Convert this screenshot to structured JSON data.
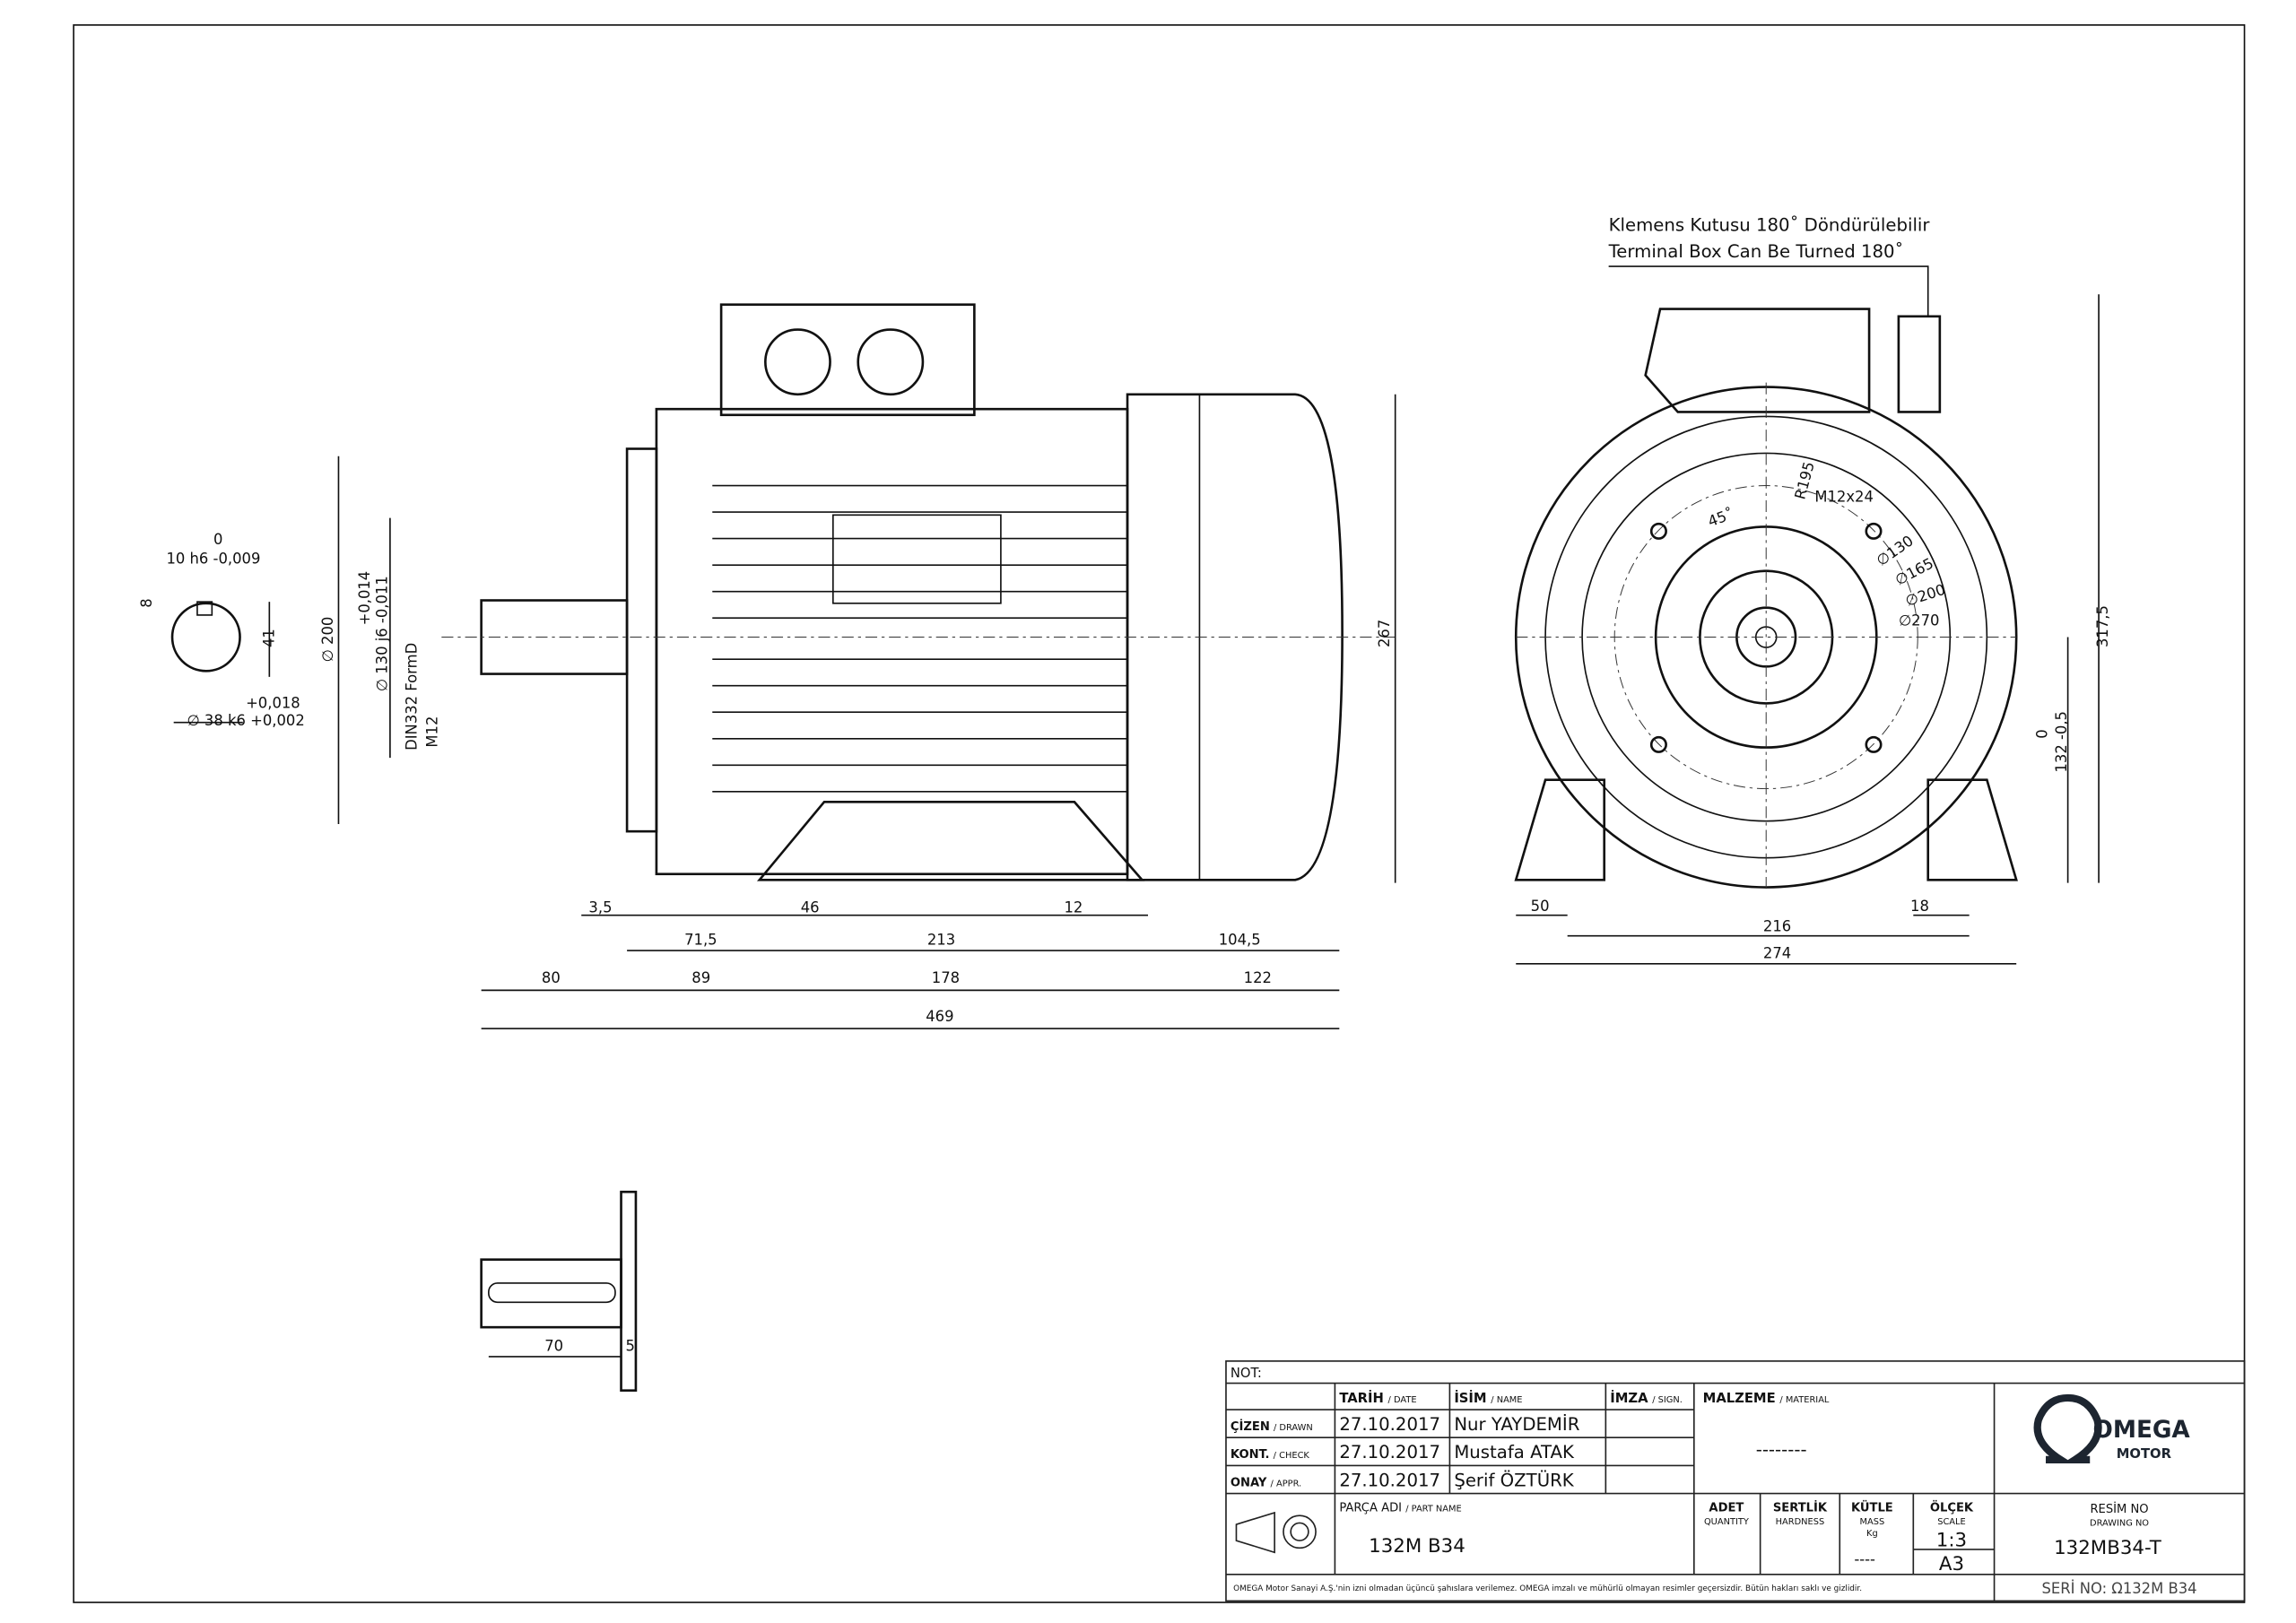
{
  "annotations": {
    "terminal_tr": "Klemens Kutusu 180˚ Döndürülebilir",
    "terminal_en": "Terminal Box Can Be Turned 180˚",
    "r195": "R195",
    "m12x24": "M12x24",
    "angle45": "45˚",
    "d130": "∅130",
    "d165": "∅165",
    "d200": "∅200",
    "d270": "∅270",
    "h317": "317,5",
    "tol_h": "0",
    "h132": "132 -0,5",
    "key_tol_top": "0",
    "key_w": "10 h6 -0,009",
    "key_h": "8",
    "shaft_h": "41",
    "shaft_tol_top": "+0,018",
    "shaft_d": "∅ 38 k6 +0,002",
    "flange_d": "∅ 200",
    "spigot_tol": "+0,014",
    "spigot_d": "∅ 130 j6 -0,011",
    "center_hole": "DIN332 FormD",
    "thread": "M12",
    "h267": "267"
  },
  "side_dims": {
    "d3_5": "3,5",
    "d46": "46",
    "d12": "12",
    "d71_5": "71,5",
    "d213": "213",
    "d104_5": "104,5",
    "d80": "80",
    "d89": "89",
    "d178": "178",
    "d122": "122",
    "d469": "469"
  },
  "end_dims": {
    "d50": "50",
    "d18": "18",
    "d216": "216",
    "d274": "274"
  },
  "key_detail": {
    "d70": "70",
    "d5": "5"
  },
  "title_block": {
    "not": "NOT:",
    "date_h": "TARİH",
    "date_s": "/ DATE",
    "name_h": "İSİM",
    "name_s": "/ NAME",
    "sign_h": "İMZA",
    "sign_s": "/ SIGN.",
    "material_h": "MALZEME",
    "material_s": "/ MATERIAL",
    "material_v": "--------",
    "rows": [
      {
        "role": "ÇİZEN",
        "role_s": "/ DRAWN",
        "date": "27.10.2017",
        "name": "Nur YAYDEMİR"
      },
      {
        "role": "KONT.",
        "role_s": "/ CHECK",
        "date": "27.10.2017",
        "name": "Mustafa ATAK"
      },
      {
        "role": "ONAY",
        "role_s": "/ APPR.",
        "date": "27.10.2017",
        "name": "Şerif ÖZTÜRK"
      }
    ],
    "part_h": "PARÇA ADI",
    "part_s": "/ PART NAME",
    "part_v": "132M B34",
    "qty_h": "ADET",
    "qty_s": "QUANTITY",
    "hard_h": "SERTLİK",
    "hard_s": "HARDNESS",
    "mass_h": "KÜTLE",
    "mass_s": "MASS",
    "mass_u": "Kg",
    "mass_v": "----",
    "scale_h": "ÖLÇEK",
    "scale_s": "SCALE",
    "scale_v": "1:3",
    "size_v": "A3",
    "drawno_h": "RESİM NO",
    "drawno_s": "DRAWING NO",
    "drawno_v": "132MB34-T",
    "logo_top": "OMEGA",
    "logo_bottom": "MOTOR",
    "disclaimer": "OMEGA Motor Sanayi A.Ş.'nin izni olmadan üçüncü şahıslara verilemez. OMEGA imzalı ve mühürlü olmayan resimler geçersizdir. Bütün hakları saklı ve gizlidir.",
    "serial": "SERİ NO: Ω132M B34"
  }
}
